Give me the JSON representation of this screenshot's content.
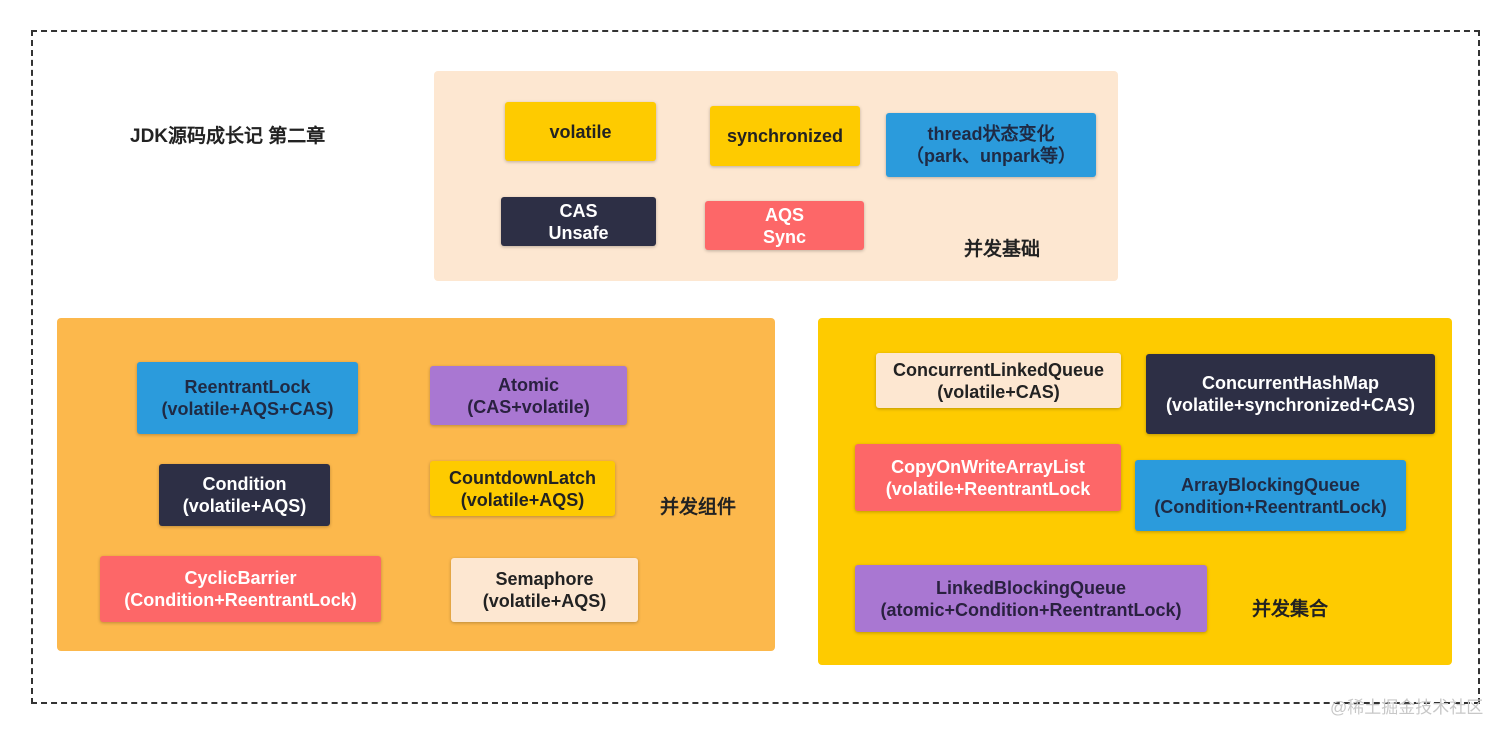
{
  "title": "JDK源码成长记 第二章",
  "watermark": "@稀土掘金技术社区",
  "colors": {
    "frame_border": "#333333",
    "panel_basic": "#fde7d1",
    "panel_components": "#fcb84c",
    "panel_collections": "#fecb00",
    "blue": "#2b9bdc",
    "navy": "#2d2f45",
    "purple": "#a977d2",
    "yellow": "#fecb00",
    "red": "#fd6768",
    "cream": "#fde7d1"
  },
  "panels": {
    "basic": {
      "label": "并发基础",
      "boxes": [
        {
          "name": "volatile-box",
          "lines": [
            "volatile"
          ],
          "color": "yellow"
        },
        {
          "name": "synchronized-box",
          "lines": [
            "synchronized"
          ],
          "color": "yellow"
        },
        {
          "name": "thread-state-box",
          "lines": [
            "thread状态变化",
            "（park、unpark等）"
          ],
          "color": "blue"
        },
        {
          "name": "cas-unsafe-box",
          "lines": [
            "CAS",
            "Unsafe"
          ],
          "color": "navy"
        },
        {
          "name": "aqs-sync-box",
          "lines": [
            "AQS",
            "Sync"
          ],
          "color": "red"
        }
      ]
    },
    "components": {
      "label": "并发组件",
      "boxes": [
        {
          "name": "reentrantlock-box",
          "lines": [
            "ReentrantLock",
            "(volatile+AQS+CAS)"
          ],
          "color": "blue"
        },
        {
          "name": "atomic-box",
          "lines": [
            "Atomic",
            "(CAS+volatile)"
          ],
          "color": "purple"
        },
        {
          "name": "condition-box",
          "lines": [
            "Condition",
            "(volatile+AQS)"
          ],
          "color": "navy"
        },
        {
          "name": "countdownlatch-box",
          "lines": [
            "CountdownLatch",
            "(volatile+AQS)"
          ],
          "color": "yellow"
        },
        {
          "name": "cyclicbarrier-box",
          "lines": [
            "CyclicBarrier",
            "(Condition+ReentrantLock)"
          ],
          "color": "red"
        },
        {
          "name": "semaphore-box",
          "lines": [
            "Semaphore",
            "(volatile+AQS)"
          ],
          "color": "cream"
        }
      ]
    },
    "collections": {
      "label": "并发集合",
      "boxes": [
        {
          "name": "concurrentlinkedqueue-box",
          "lines": [
            "ConcurrentLinkedQueue",
            "(volatile+CAS)"
          ],
          "color": "cream"
        },
        {
          "name": "concurrenthashmap-box",
          "lines": [
            "ConcurrentHashMap",
            "(volatile+synchronized+CAS)"
          ],
          "color": "navy"
        },
        {
          "name": "copyonwritearraylist-box",
          "lines": [
            "CopyOnWriteArrayList",
            "(volatile+ReentrantLock"
          ],
          "color": "red"
        },
        {
          "name": "arrayblockingqueue-box",
          "lines": [
            "ArrayBlockingQueue",
            "(Condition+ReentrantLock)"
          ],
          "color": "blue"
        },
        {
          "name": "linkedblockingqueue-box",
          "lines": [
            "LinkedBlockingQueue",
            "(atomic+Condition+ReentrantLock)"
          ],
          "color": "purple"
        }
      ]
    }
  }
}
